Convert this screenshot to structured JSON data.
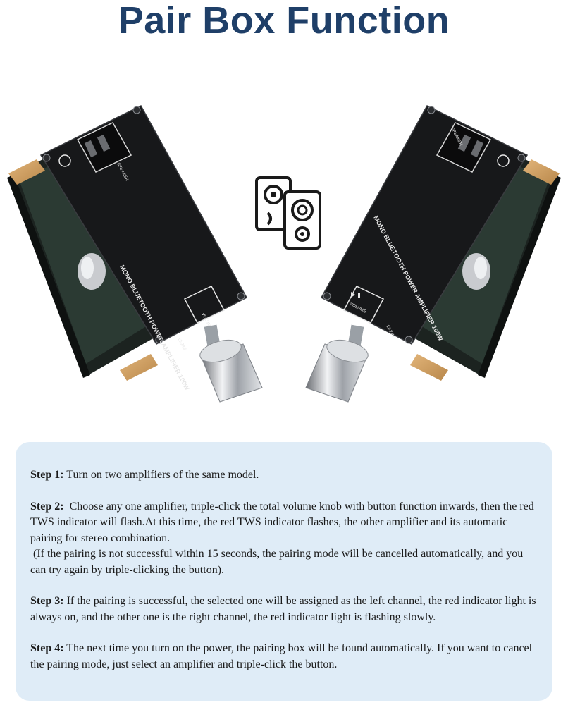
{
  "page": {
    "title": "Pair Box Function",
    "colors": {
      "title": "#1f3f68",
      "panel": "#dfecf7",
      "board": "#17181a",
      "body_text": "#1a1a1a"
    }
  },
  "boards": {
    "left": {
      "label_main": "MONO BLUETOOTH POWER AMPLIFIER 100W",
      "label_volume": "VOLUME",
      "label_speaker": "SPEAKER",
      "label_power": "12-24V"
    },
    "right": {
      "label_main": "MONO BLUETOOTH POWER AMPLIFIER 100W",
      "label_volume": "VOLUME",
      "label_speaker": "SPEAKER",
      "label_power": "12-24V"
    },
    "icons": [
      "play-pause-icon",
      "speaker-pair-icon",
      "bluetooth-icon",
      "knob-icon"
    ]
  },
  "steps": [
    {
      "label": "Step 1:",
      "text": "Turn on two amplifiers of the same model."
    },
    {
      "label": "Step 2:",
      "text": "Choose any one amplifier, triple-click the total volume knob with button function inwards, then the red TWS indicator will flash.At this time, the red TWS indicator flashes, the other amplifier and its automatic pairing for stereo combination.",
      "note": "(If the pairing is not successful within 15 seconds, the pairing mode will be cancelled automatically, and you can try again by triple-clicking the button)."
    },
    {
      "label": "Step 3:",
      "text": "If the pairing is successful, the selected one will be assigned as the left channel, the red indicator light is always on, and the other one is the right channel, the red indicator light is flashing slowly."
    },
    {
      "label": "Step 4:",
      "text": "The next time you turn on the power, the pairing box will be found automatically. If you want to cancel the pairing mode, just select an amplifier and triple-click the button."
    }
  ]
}
